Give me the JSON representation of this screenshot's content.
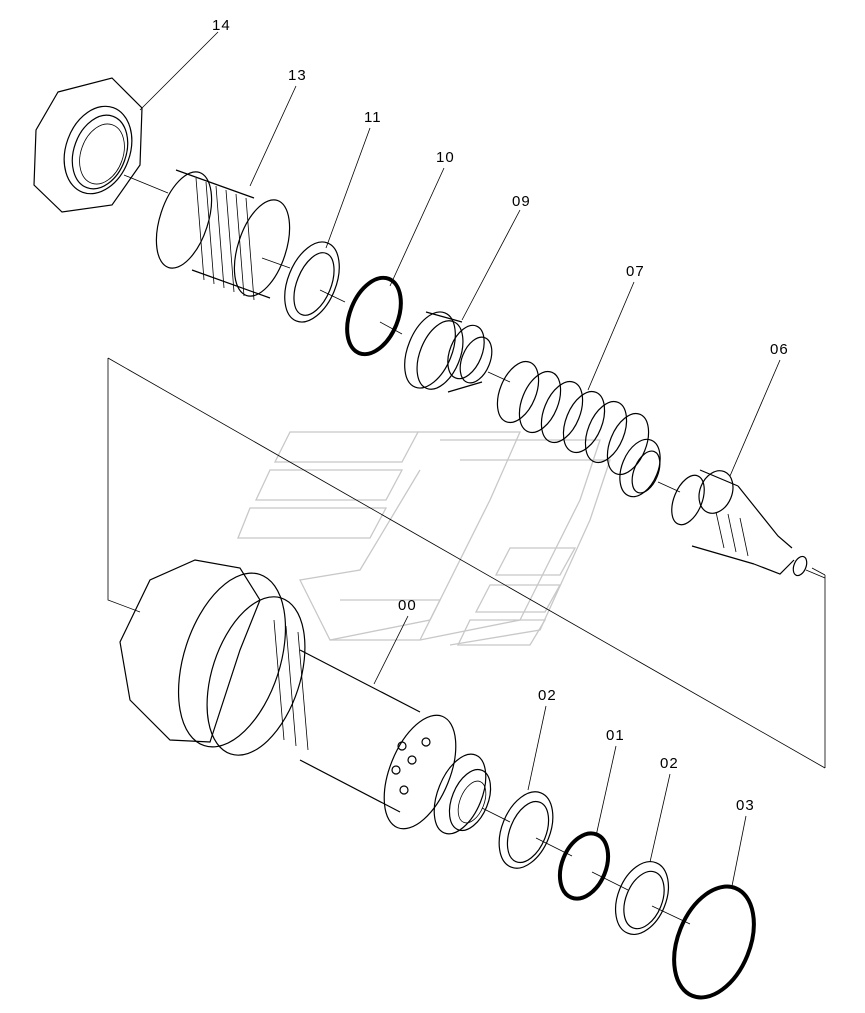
{
  "parts": [
    {
      "id": "p14",
      "label": "14"
    },
    {
      "id": "p13",
      "label": "13"
    },
    {
      "id": "p11",
      "label": "11"
    },
    {
      "id": "p10",
      "label": "10"
    },
    {
      "id": "p09",
      "label": "09"
    },
    {
      "id": "p07",
      "label": "07"
    },
    {
      "id": "p06",
      "label": "06"
    },
    {
      "id": "p00",
      "label": "00"
    },
    {
      "id": "p02a",
      "label": "02"
    },
    {
      "id": "p01",
      "label": "01"
    },
    {
      "id": "p02b",
      "label": "02"
    },
    {
      "id": "p03",
      "label": "03"
    }
  ],
  "watermark_color": "#c8c8c8",
  "ink_color": "#000000"
}
